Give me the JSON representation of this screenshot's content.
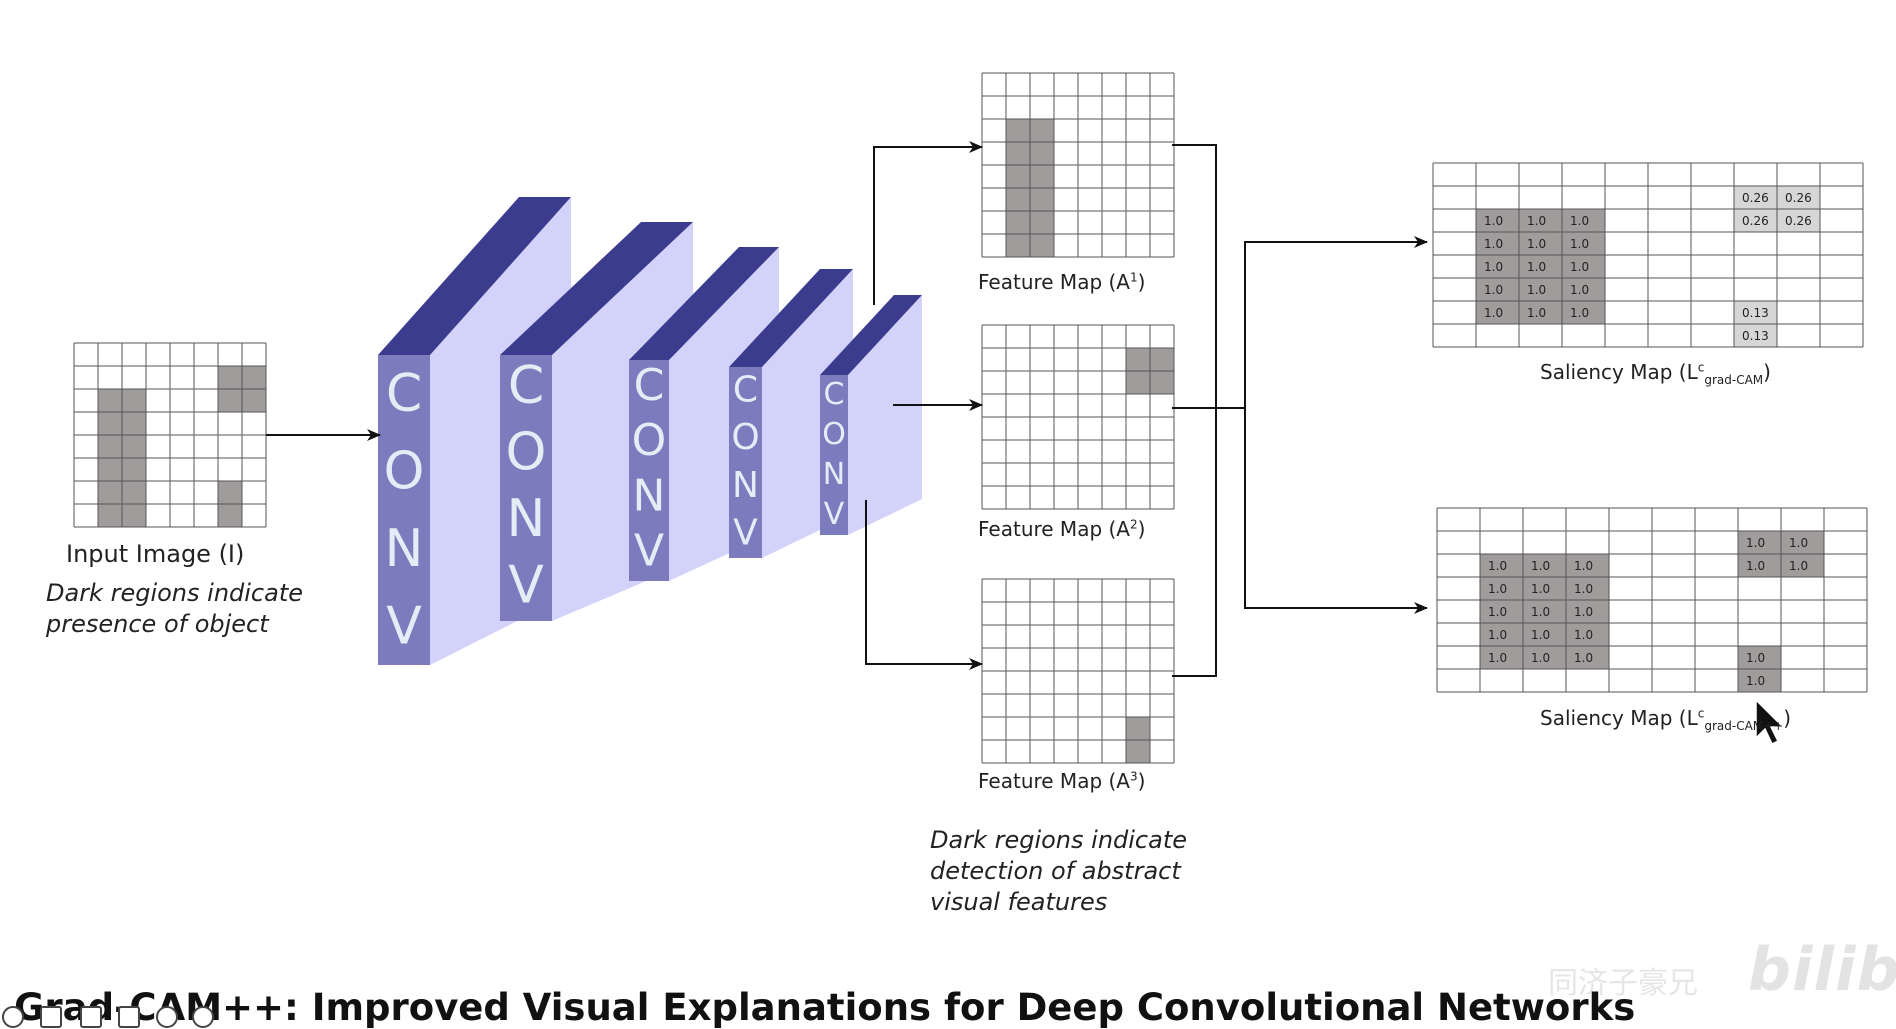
{
  "figure": {
    "input": {
      "label": "Input Image (I)",
      "note_line1": "Dark regions indicate",
      "note_line2": "presence of object",
      "grid": {
        "cols": 8,
        "rows": 8,
        "dark": [
          [
            1,
            2
          ],
          [
            2,
            2
          ],
          [
            1,
            3
          ],
          [
            2,
            3
          ],
          [
            1,
            4
          ],
          [
            2,
            4
          ],
          [
            1,
            5
          ],
          [
            2,
            5
          ],
          [
            1,
            6
          ],
          [
            2,
            6
          ],
          [
            1,
            7
          ],
          [
            2,
            7
          ],
          [
            6,
            1
          ],
          [
            7,
            1
          ],
          [
            6,
            2
          ],
          [
            7,
            2
          ],
          [
            6,
            6
          ],
          [
            6,
            7
          ]
        ]
      }
    },
    "conv_label": "CONV",
    "feature_maps": [
      {
        "label": "Feature Map (A",
        "sup": "1",
        "suffix": ")",
        "dark": [
          [
            1,
            2
          ],
          [
            2,
            2
          ],
          [
            1,
            3
          ],
          [
            2,
            3
          ],
          [
            1,
            4
          ],
          [
            2,
            4
          ],
          [
            1,
            5
          ],
          [
            2,
            5
          ],
          [
            1,
            6
          ],
          [
            2,
            6
          ],
          [
            1,
            7
          ],
          [
            2,
            7
          ]
        ]
      },
      {
        "label": "Feature Map (A",
        "sup": "2",
        "suffix": ")",
        "dark": [
          [
            6,
            1
          ],
          [
            7,
            1
          ],
          [
            6,
            2
          ],
          [
            7,
            2
          ]
        ]
      },
      {
        "label": "Feature Map (A",
        "sup": "3",
        "suffix": ")",
        "dark": [
          [
            6,
            6
          ],
          [
            6,
            7
          ]
        ]
      }
    ],
    "feature_note": [
      "Dark regions indicate",
      "detection of abstract",
      "visual features"
    ],
    "saliency_maps": [
      {
        "label": "Saliency Map (L",
        "sup": "c",
        "sub": "grad-CAM",
        "suffix": ")",
        "cells": [
          {
            "c": 7,
            "r": 1,
            "v": "0.26",
            "shade": "light"
          },
          {
            "c": 8,
            "r": 1,
            "v": "0.26",
            "shade": "light"
          },
          {
            "c": 7,
            "r": 2,
            "v": "0.26",
            "shade": "light"
          },
          {
            "c": 8,
            "r": 2,
            "v": "0.26",
            "shade": "light"
          },
          {
            "c": 1,
            "r": 2,
            "v": "1.0",
            "shade": "dark"
          },
          {
            "c": 2,
            "r": 2,
            "v": "1.0",
            "shade": "dark"
          },
          {
            "c": 3,
            "r": 2,
            "v": "1.0",
            "shade": "dark"
          },
          {
            "c": 1,
            "r": 3,
            "v": "1.0",
            "shade": "dark"
          },
          {
            "c": 2,
            "r": 3,
            "v": "1.0",
            "shade": "dark"
          },
          {
            "c": 3,
            "r": 3,
            "v": "1.0",
            "shade": "dark"
          },
          {
            "c": 1,
            "r": 4,
            "v": "1.0",
            "shade": "dark"
          },
          {
            "c": 2,
            "r": 4,
            "v": "1.0",
            "shade": "dark"
          },
          {
            "c": 3,
            "r": 4,
            "v": "1.0",
            "shade": "dark"
          },
          {
            "c": 1,
            "r": 5,
            "v": "1.0",
            "shade": "dark"
          },
          {
            "c": 2,
            "r": 5,
            "v": "1.0",
            "shade": "dark"
          },
          {
            "c": 3,
            "r": 5,
            "v": "1.0",
            "shade": "dark"
          },
          {
            "c": 1,
            "r": 6,
            "v": "1.0",
            "shade": "dark"
          },
          {
            "c": 2,
            "r": 6,
            "v": "1.0",
            "shade": "dark"
          },
          {
            "c": 3,
            "r": 6,
            "v": "1.0",
            "shade": "dark"
          },
          {
            "c": 7,
            "r": 6,
            "v": "0.13",
            "shade": "light"
          },
          {
            "c": 7,
            "r": 7,
            "v": "0.13",
            "shade": "light"
          }
        ]
      },
      {
        "label": "Saliency Map (L",
        "sup": "c",
        "sub": "grad-CAM++",
        "suffix": ")",
        "cells": [
          {
            "c": 7,
            "r": 1,
            "v": "1.0",
            "shade": "dark"
          },
          {
            "c": 8,
            "r": 1,
            "v": "1.0",
            "shade": "dark"
          },
          {
            "c": 7,
            "r": 2,
            "v": "1.0",
            "shade": "dark"
          },
          {
            "c": 8,
            "r": 2,
            "v": "1.0",
            "shade": "dark"
          },
          {
            "c": 1,
            "r": 2,
            "v": "1.0",
            "shade": "dark"
          },
          {
            "c": 2,
            "r": 2,
            "v": "1.0",
            "shade": "dark"
          },
          {
            "c": 3,
            "r": 2,
            "v": "1.0",
            "shade": "dark"
          },
          {
            "c": 1,
            "r": 3,
            "v": "1.0",
            "shade": "dark"
          },
          {
            "c": 2,
            "r": 3,
            "v": "1.0",
            "shade": "dark"
          },
          {
            "c": 3,
            "r": 3,
            "v": "1.0",
            "shade": "dark"
          },
          {
            "c": 1,
            "r": 4,
            "v": "1.0",
            "shade": "dark"
          },
          {
            "c": 2,
            "r": 4,
            "v": "1.0",
            "shade": "dark"
          },
          {
            "c": 3,
            "r": 4,
            "v": "1.0",
            "shade": "dark"
          },
          {
            "c": 1,
            "r": 5,
            "v": "1.0",
            "shade": "dark"
          },
          {
            "c": 2,
            "r": 5,
            "v": "1.0",
            "shade": "dark"
          },
          {
            "c": 3,
            "r": 5,
            "v": "1.0",
            "shade": "dark"
          },
          {
            "c": 1,
            "r": 6,
            "v": "1.0",
            "shade": "dark"
          },
          {
            "c": 2,
            "r": 6,
            "v": "1.0",
            "shade": "dark"
          },
          {
            "c": 3,
            "r": 6,
            "v": "1.0",
            "shade": "dark"
          },
          {
            "c": 7,
            "r": 6,
            "v": "1.0",
            "shade": "dark"
          },
          {
            "c": 7,
            "r": 7,
            "v": "1.0",
            "shade": "dark"
          }
        ]
      }
    ],
    "colors": {
      "dark_cell": "#a09c9c",
      "light_cell": "#d6d6d6",
      "conv_front": "#7b7bbd",
      "conv_top": "#3c3c8f",
      "conv_side": "#d2d2fb",
      "conv_letters": "#e4ecf6"
    }
  },
  "slide_title": "Grad-CAM++: Improved Visual Explanations for Deep Convolutional Networks",
  "watermark": {
    "channel": "同济子豪兄",
    "logo": "bilibili"
  },
  "player_controls": [
    "play-icon",
    "pen-icon",
    "subtitle-icon",
    "fullscreen-icon",
    "more-icon",
    "settings-icon"
  ]
}
